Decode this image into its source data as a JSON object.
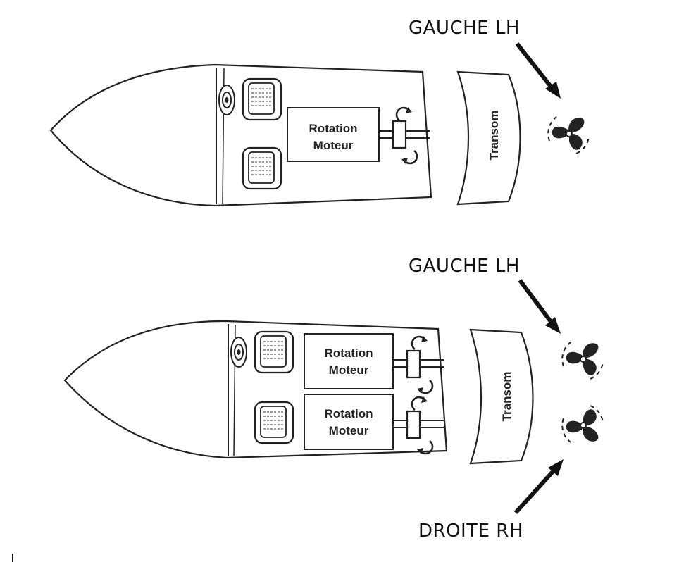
{
  "diagram1": {
    "label_left": "GAUCHE LH",
    "engine_label_line1": "Rotation",
    "engine_label_line2": "Moteur",
    "transom": "Transom"
  },
  "diagram2": {
    "label_left": "GAUCHE LH",
    "label_right": "DROITE RH",
    "engine_top_line1": "Rotation",
    "engine_top_line2": "Moteur",
    "engine_bottom_line1": "Rotation",
    "engine_bottom_line2": "Moteur",
    "transom": "Transom"
  }
}
